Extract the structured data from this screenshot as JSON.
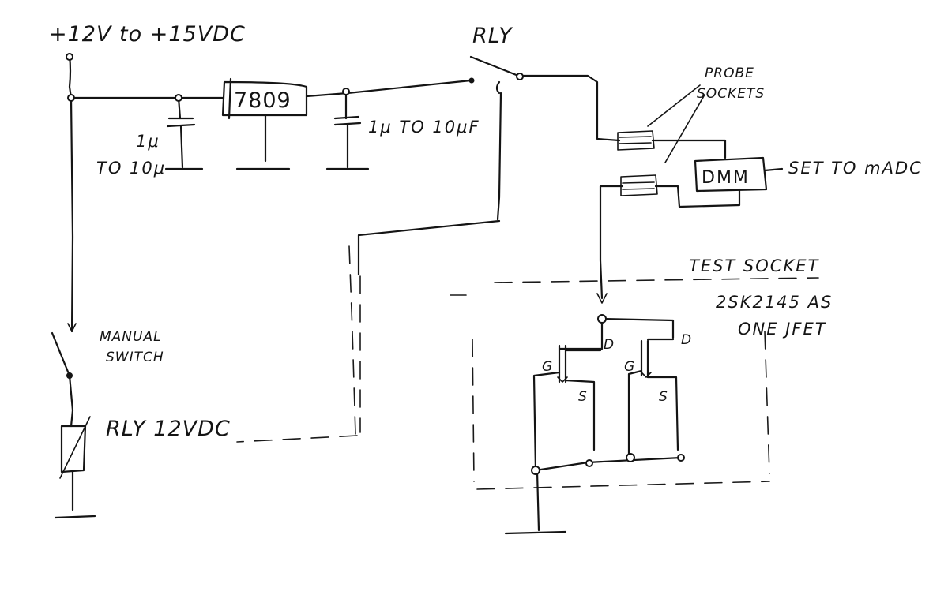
{
  "labels": {
    "supply": "+12V to +15VDC",
    "relay_contact": "RLY",
    "regulator": "7809",
    "cap_left_line1": "1μ",
    "cap_left_line2": "TO 10μ",
    "cap_right": "1μ TO 10μF",
    "probe_line1": "PROBE",
    "probe_line2": "SOCKETS",
    "dmm": "DMM",
    "dmm_note": "SET TO mADC",
    "test_socket": "TEST SOCKET",
    "device_line1": "2SK2145 AS",
    "device_line2": "ONE JFET",
    "manual_switch_line1": "MANUAL",
    "manual_switch_line2": "SWITCH",
    "relay_coil": "RLY 12VDC",
    "pin_d": "D",
    "pin_g": "G",
    "pin_s": "S"
  },
  "colors": {
    "ink": "#141414",
    "paper": "#ffffff"
  }
}
